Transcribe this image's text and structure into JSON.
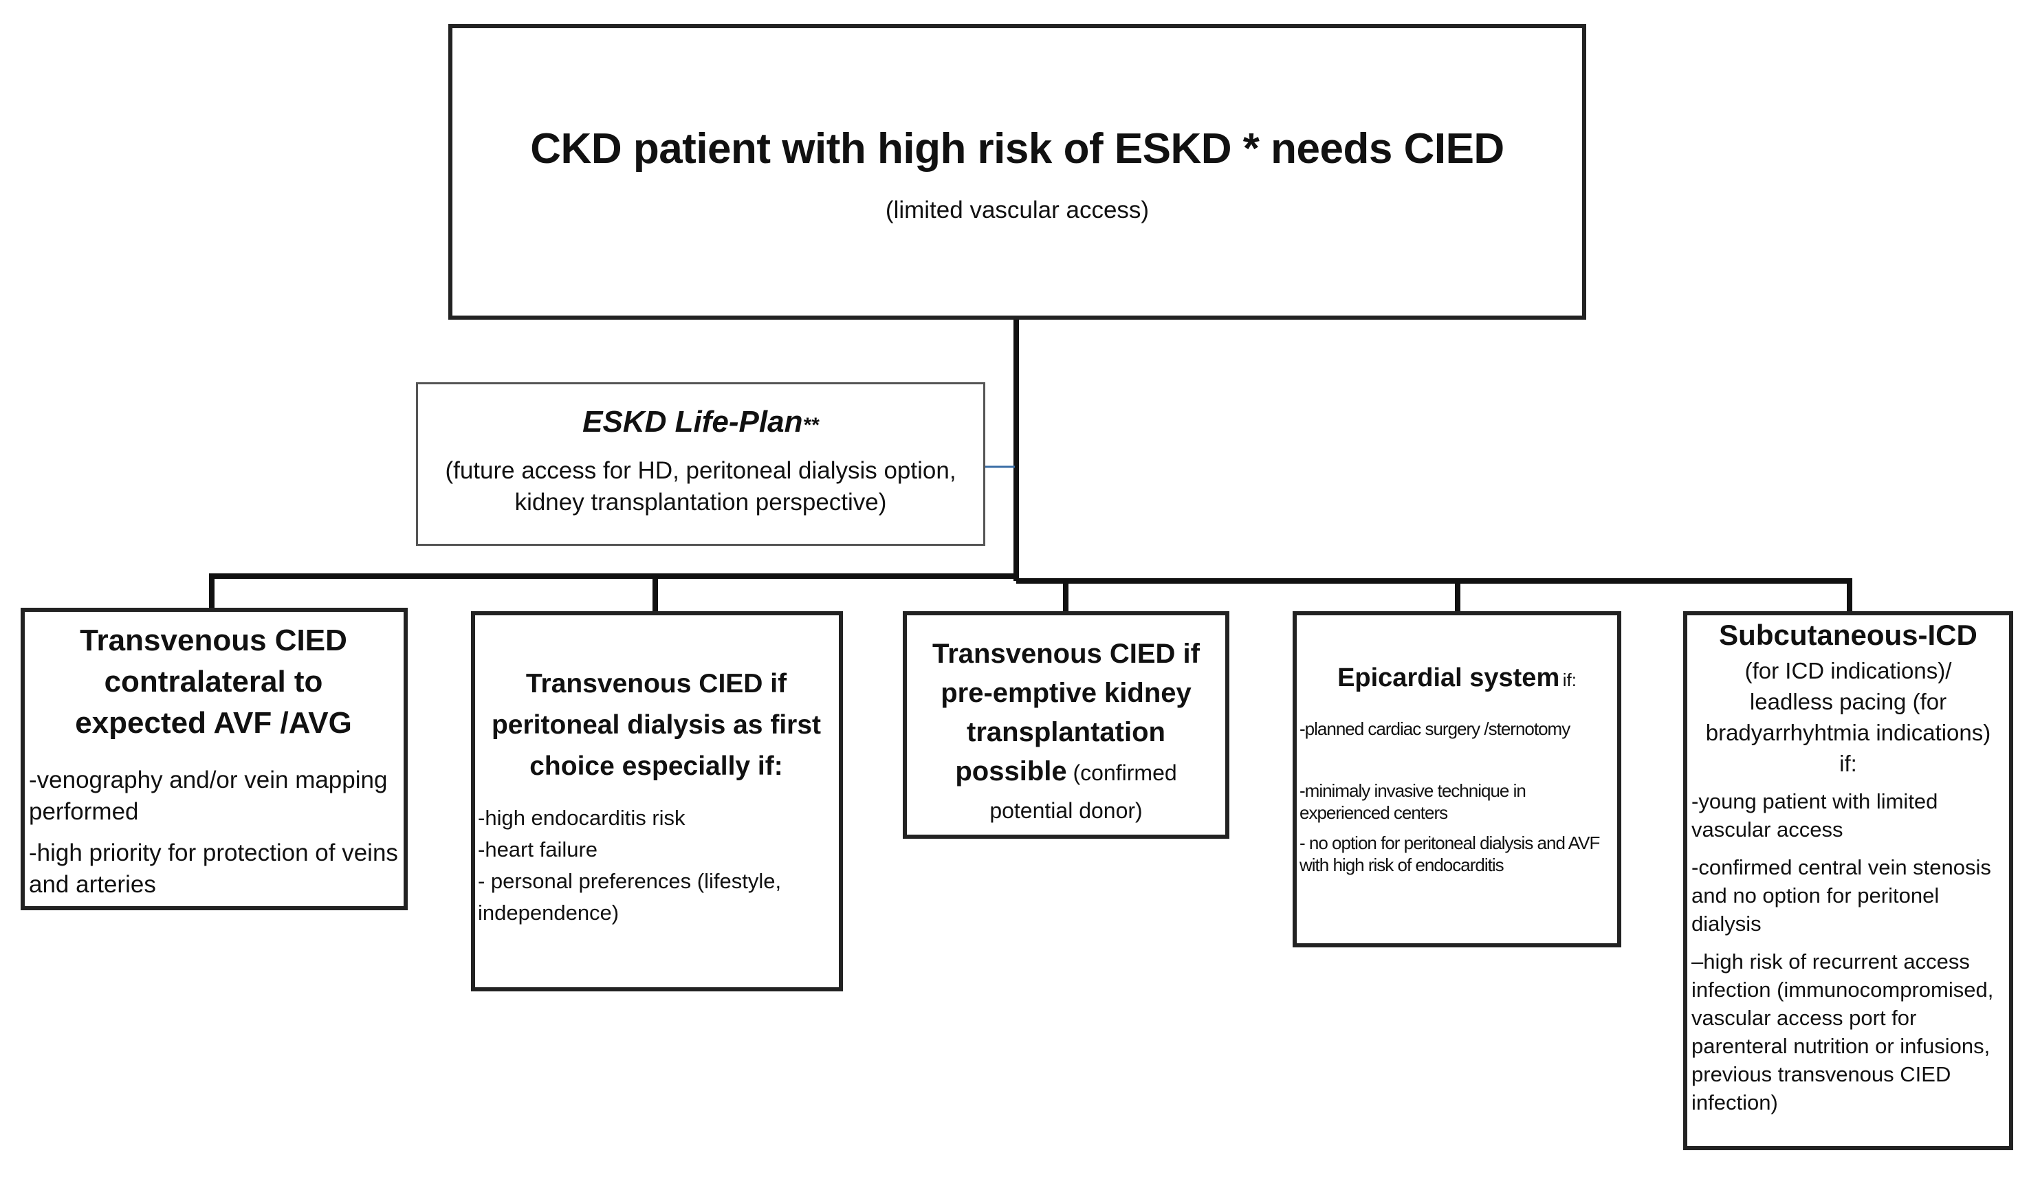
{
  "top_box": {
    "title": "CKD patient with high risk of ESKD * needs CIED",
    "subtitle": "(limited vascular access)"
  },
  "life_plan": {
    "title": "ESKD Life-Plan",
    "title_mark": "**",
    "line1": "(future access for HD, peritoneal dialysis option,",
    "line2": "kidney transplantation perspective)"
  },
  "box1": {
    "title": "Transvenous CIED contralateral to expected AVF /AVG",
    "items": [
      "-venography and/or vein mapping performed",
      "-high priority for protection of veins and arteries"
    ]
  },
  "box2": {
    "title": "Transvenous CIED if peritoneal dialysis as first choice especially if:",
    "items": [
      "-high endocarditis risk",
      "-heart failure",
      "- personal preferences (lifestyle, independence)"
    ]
  },
  "box3": {
    "title": "Transvenous CIED if pre-emptive kidney transplantation possible",
    "title_suffix": " (confirmed potential donor)"
  },
  "box4": {
    "title": "Epicardial system",
    "title_suffix": "if:",
    "items": [
      "-planned cardiac surgery /sternotomy",
      "-minimaly invasive technique in experienced centers",
      "- no option for peritoneal dialysis and AVF with high risk of endocarditis"
    ]
  },
  "box5": {
    "title": "Subcutaneous-ICD",
    "subtitle": "(for ICD indications)/ leadless pacing (for bradyarrhyhtmia indications) if:",
    "items": [
      "-young patient with limited vascular access",
      "-confirmed central vein stenosis and no option for peritonel dialysis",
      "–high risk of recurrent access infection (immunocompromised, vascular access port for parenteral nutrition or infusions, previous transvenous CIED infection)"
    ]
  },
  "colors": {
    "line": "#111111",
    "link": "#3a6ea5",
    "border_thin": "#555555"
  }
}
